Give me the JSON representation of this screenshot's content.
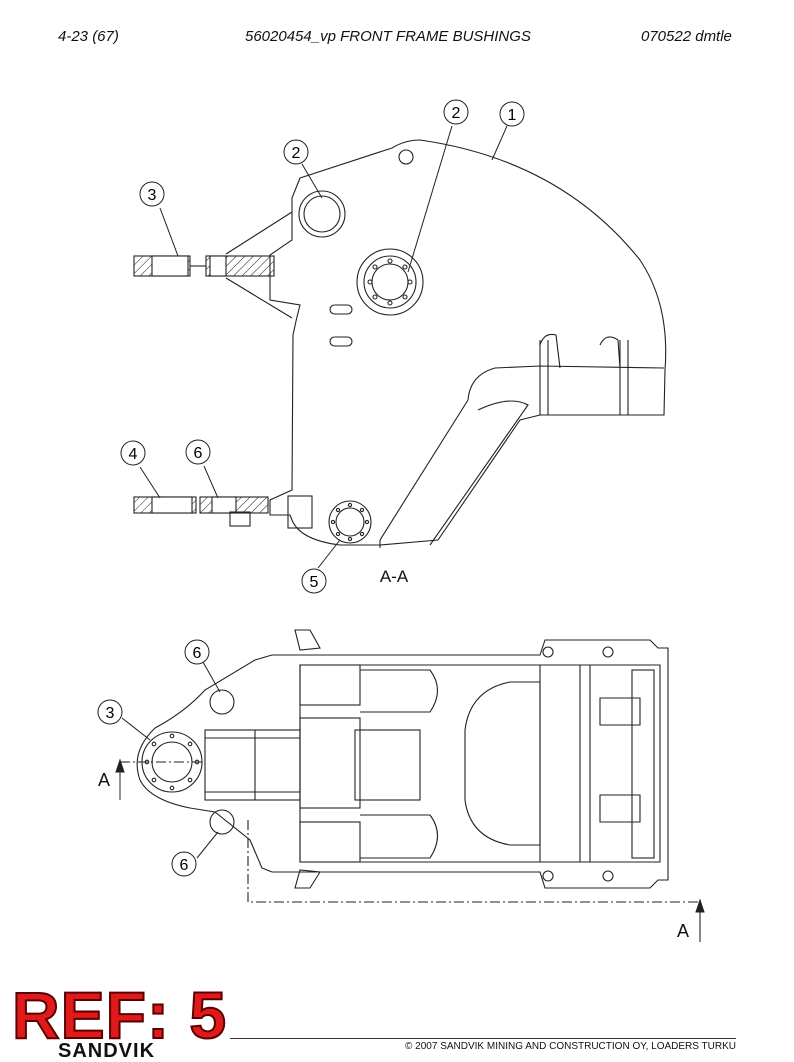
{
  "header": {
    "page": "4-23 (67)",
    "title": "56020454_vp FRONT FRAME BUSHINGS",
    "code": "070522 dmtle"
  },
  "callouts": {
    "top_view": [
      "1",
      "2",
      "2",
      "3",
      "4",
      "6",
      "5"
    ],
    "bottom_view": [
      "6",
      "3",
      "6"
    ]
  },
  "section_labels": {
    "section": "A-A",
    "marker_left": "A",
    "marker_right": "A"
  },
  "stamp": "REF: 5",
  "footer": {
    "logo": "SANDVIK",
    "copyright": "© 2007 SANDVIK MINING AND CONSTRUCTION OY, LOADERS TURKU"
  }
}
